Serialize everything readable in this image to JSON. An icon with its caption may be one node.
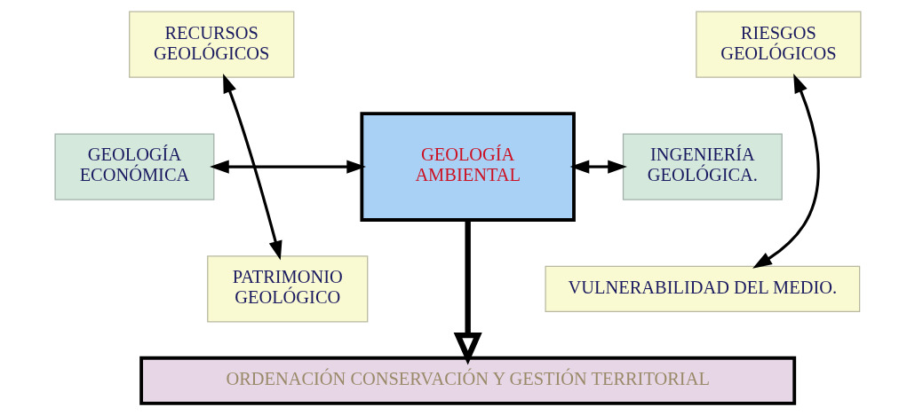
{
  "diagram": {
    "nodes": [
      {
        "text": [
          "RECURSOS GEOLÓGICOS"
        ]
      },
      {
        "text": [
          "RIESGOS GEOLÓGICOS"
        ]
      },
      {
        "text": [
          "GEOLOGÍA ECONÓMICA"
        ]
      },
      {
        "text": [
          "GEOLOGÍA AMBIENTAL"
        ]
      },
      {
        "text": [
          "INGENIERÍA GEOLÓGICA."
        ]
      },
      {
        "text": [
          "PATRIMONIO GEOLÓGICO"
        ]
      },
      {
        "text": [
          "VULNERABILIDAD DEL MEDIO."
        ]
      },
      {
        "text": [
          "ORDENACIÓN CONSERVACIÓN Y GESTIÓN TERRITORIAL"
        ]
      }
    ],
    "edges": [
      {
        "from": 0,
        "to": 5,
        "arrow": "both"
      },
      {
        "from": 2,
        "to": 3,
        "arrow": "both"
      },
      {
        "from": 1,
        "to": 6,
        "arrow": "both"
      },
      {
        "from": 3,
        "to": 4,
        "arrow": "both"
      },
      {
        "from": 3,
        "to": 7,
        "arrow": "to",
        "style": "thick"
      }
    ]
  }
}
